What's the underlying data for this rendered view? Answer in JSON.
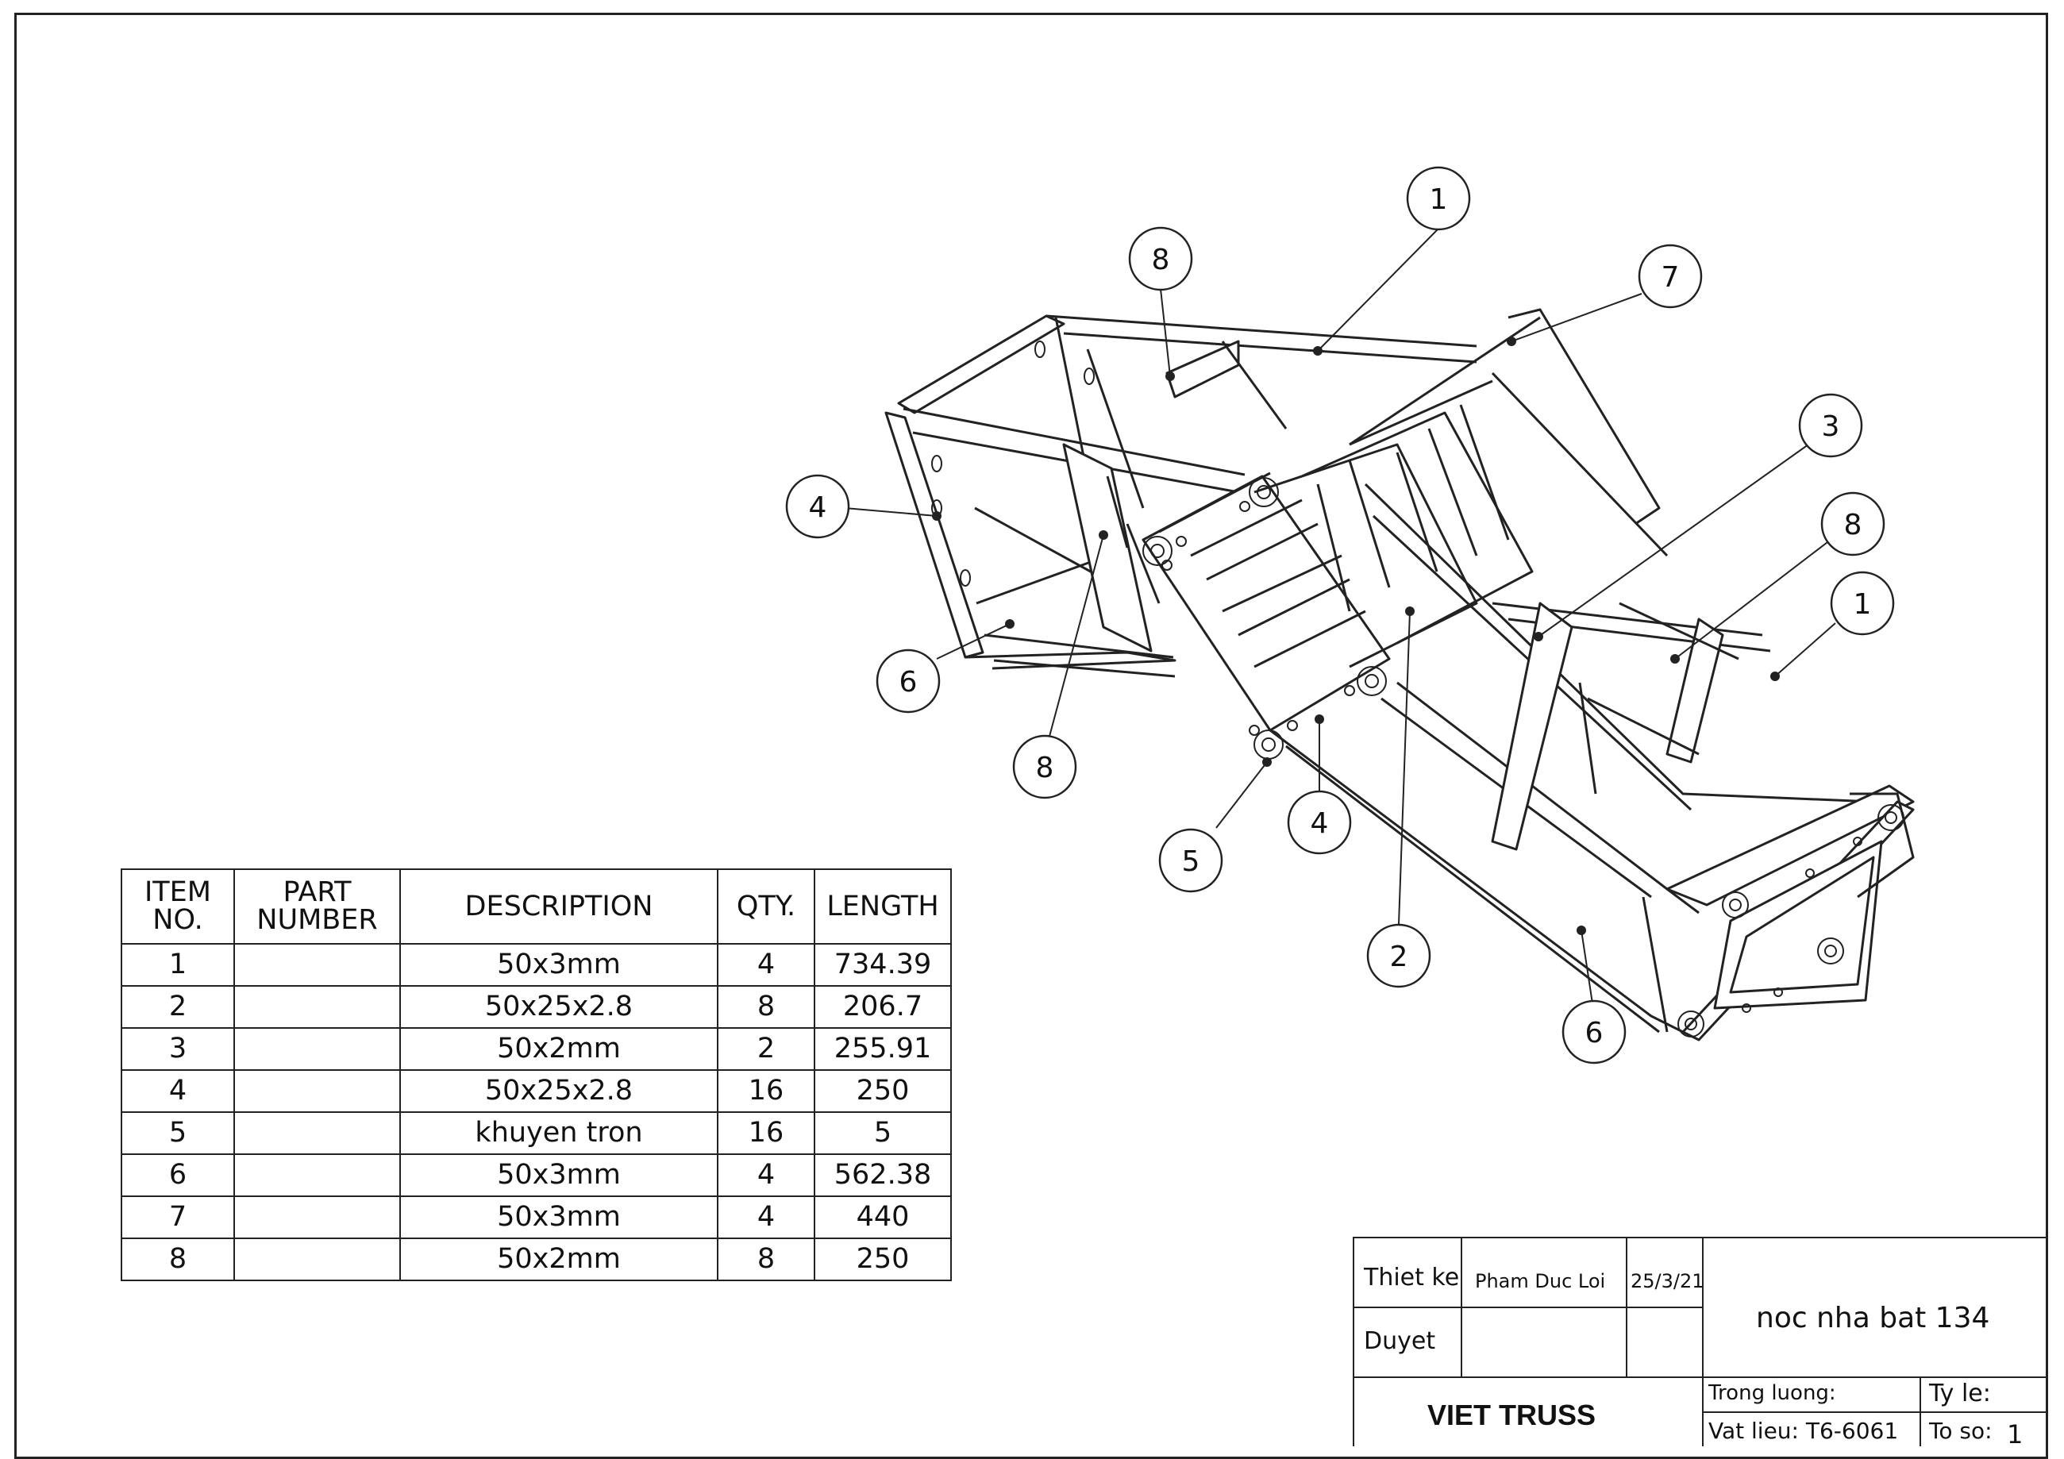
{
  "callouts": [
    {
      "label": "1"
    },
    {
      "label": "8"
    },
    {
      "label": "7"
    },
    {
      "label": "4"
    },
    {
      "label": "3"
    },
    {
      "label": "8"
    },
    {
      "label": "1"
    },
    {
      "label": "6"
    },
    {
      "label": "8"
    },
    {
      "label": "5"
    },
    {
      "label": "4"
    },
    {
      "label": "2"
    },
    {
      "label": "6"
    }
  ],
  "bom": {
    "headers": {
      "item_line1": "ITEM",
      "item_line2": "NO.",
      "part_line1": "PART",
      "part_line2": "NUMBER",
      "description": "DESCRIPTION",
      "qty": "QTY.",
      "length": "LENGTH"
    },
    "rows": [
      {
        "item": "1",
        "part": "",
        "description": "50x3mm",
        "qty": "4",
        "length": "734.39"
      },
      {
        "item": "2",
        "part": "",
        "description": "50x25x2.8",
        "qty": "8",
        "length": "206.7"
      },
      {
        "item": "3",
        "part": "",
        "description": "50x2mm",
        "qty": "2",
        "length": "255.91"
      },
      {
        "item": "4",
        "part": "",
        "description": "50x25x2.8",
        "qty": "16",
        "length": "250"
      },
      {
        "item": "5",
        "part": "",
        "description": "khuyen tron",
        "qty": "16",
        "length": "5"
      },
      {
        "item": "6",
        "part": "",
        "description": "50x3mm",
        "qty": "4",
        "length": "562.38"
      },
      {
        "item": "7",
        "part": "",
        "description": "50x3mm",
        "qty": "4",
        "length": "440"
      },
      {
        "item": "8",
        "part": "",
        "description": "50x2mm",
        "qty": "8",
        "length": "250"
      }
    ]
  },
  "title_block": {
    "designed_label": "Thiet ke",
    "designer": "Pham Duc Loi",
    "date": "25/3/21",
    "approved_label": "Duyet",
    "drawing_title": "noc nha bat 134",
    "company": "VIET TRUSS",
    "weight_label": "Trong luong:",
    "material_label": "Vat lieu: T6-6061",
    "scale_label": "Ty le:",
    "sheet_label": "To so:",
    "sheet_number": "1"
  }
}
